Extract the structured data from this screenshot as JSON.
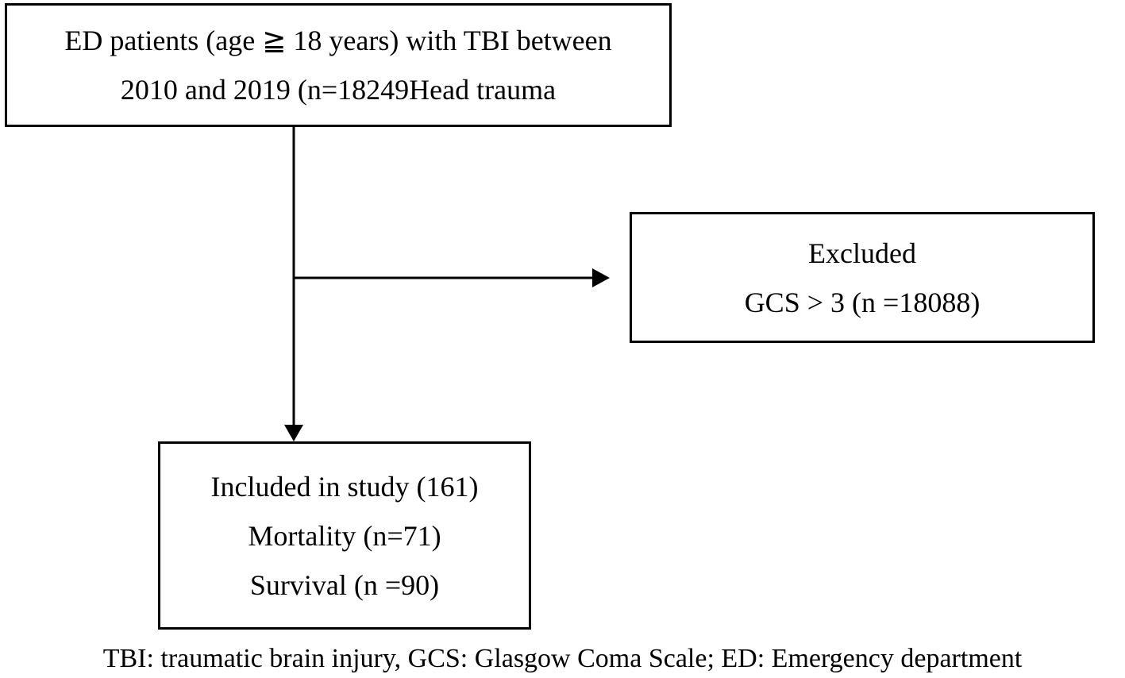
{
  "source_box": {
    "lines": [
      "ED patients (age ≧ 18 years) with TBI between",
      "2010 and 2019 (n=18249Head trauma"
    ]
  },
  "excluded_box": {
    "lines": [
      "Excluded",
      "GCS > 3 (n =18088)"
    ]
  },
  "included_box": {
    "lines": [
      "Included in study (161)",
      "Mortality (n=71)",
      "Survival (n =90)"
    ]
  },
  "footnote": "TBI: traumatic brain injury, GCS: Glasgow Coma Scale; ED: Emergency department",
  "colors": {
    "line": "#000000",
    "background": "#ffffff"
  }
}
